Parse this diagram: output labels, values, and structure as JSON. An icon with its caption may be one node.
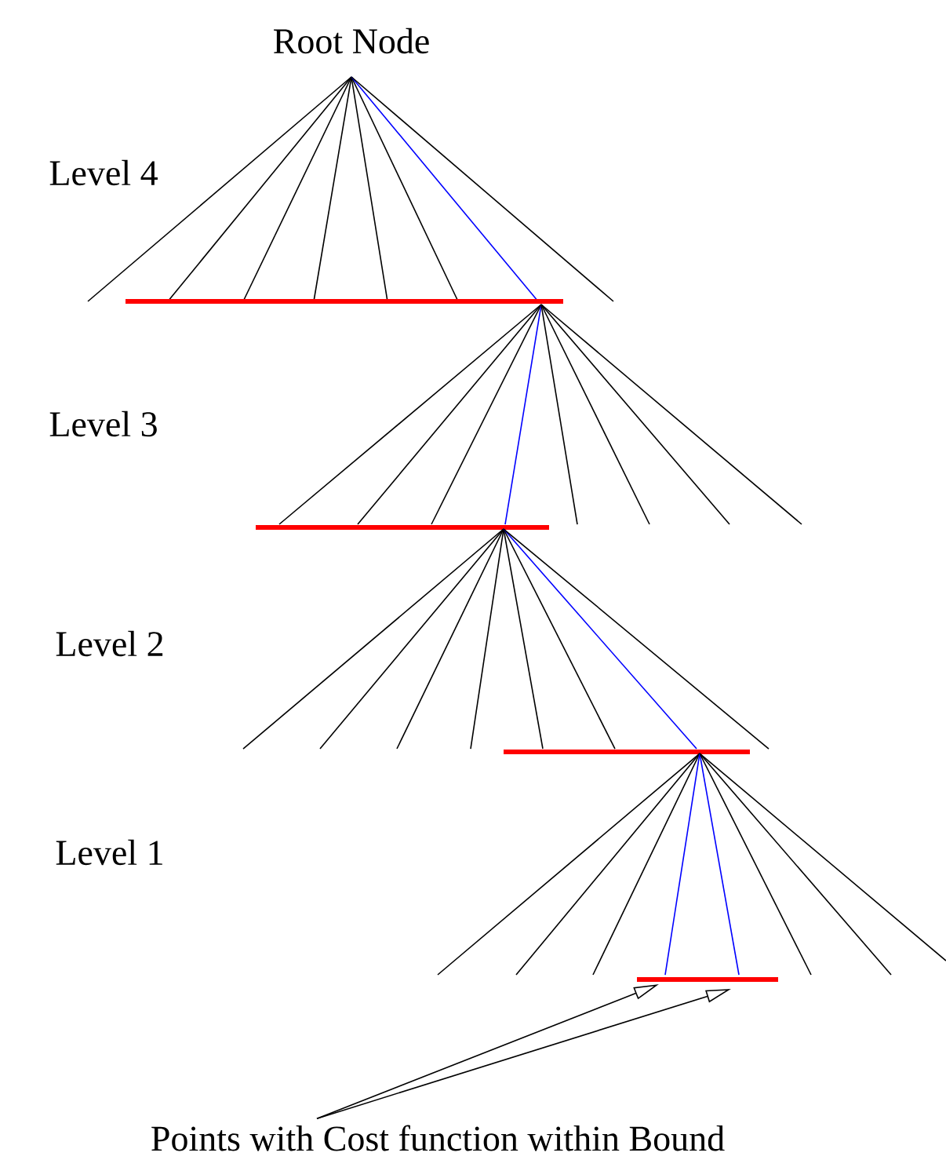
{
  "diagram": {
    "nodes": [
      {
        "text": [
          "Root Node"
        ]
      },
      {
        "text": [
          "Points with Cost function within Bound"
        ]
      }
    ],
    "edges": [
      {
        "from": 1,
        "to": null,
        "arrow": "to"
      },
      {
        "from": 1,
        "to": null,
        "arrow": "to"
      }
    ],
    "labels": [
      "Level 4",
      "Level 3",
      "Level 2",
      "Level 1"
    ]
  }
}
